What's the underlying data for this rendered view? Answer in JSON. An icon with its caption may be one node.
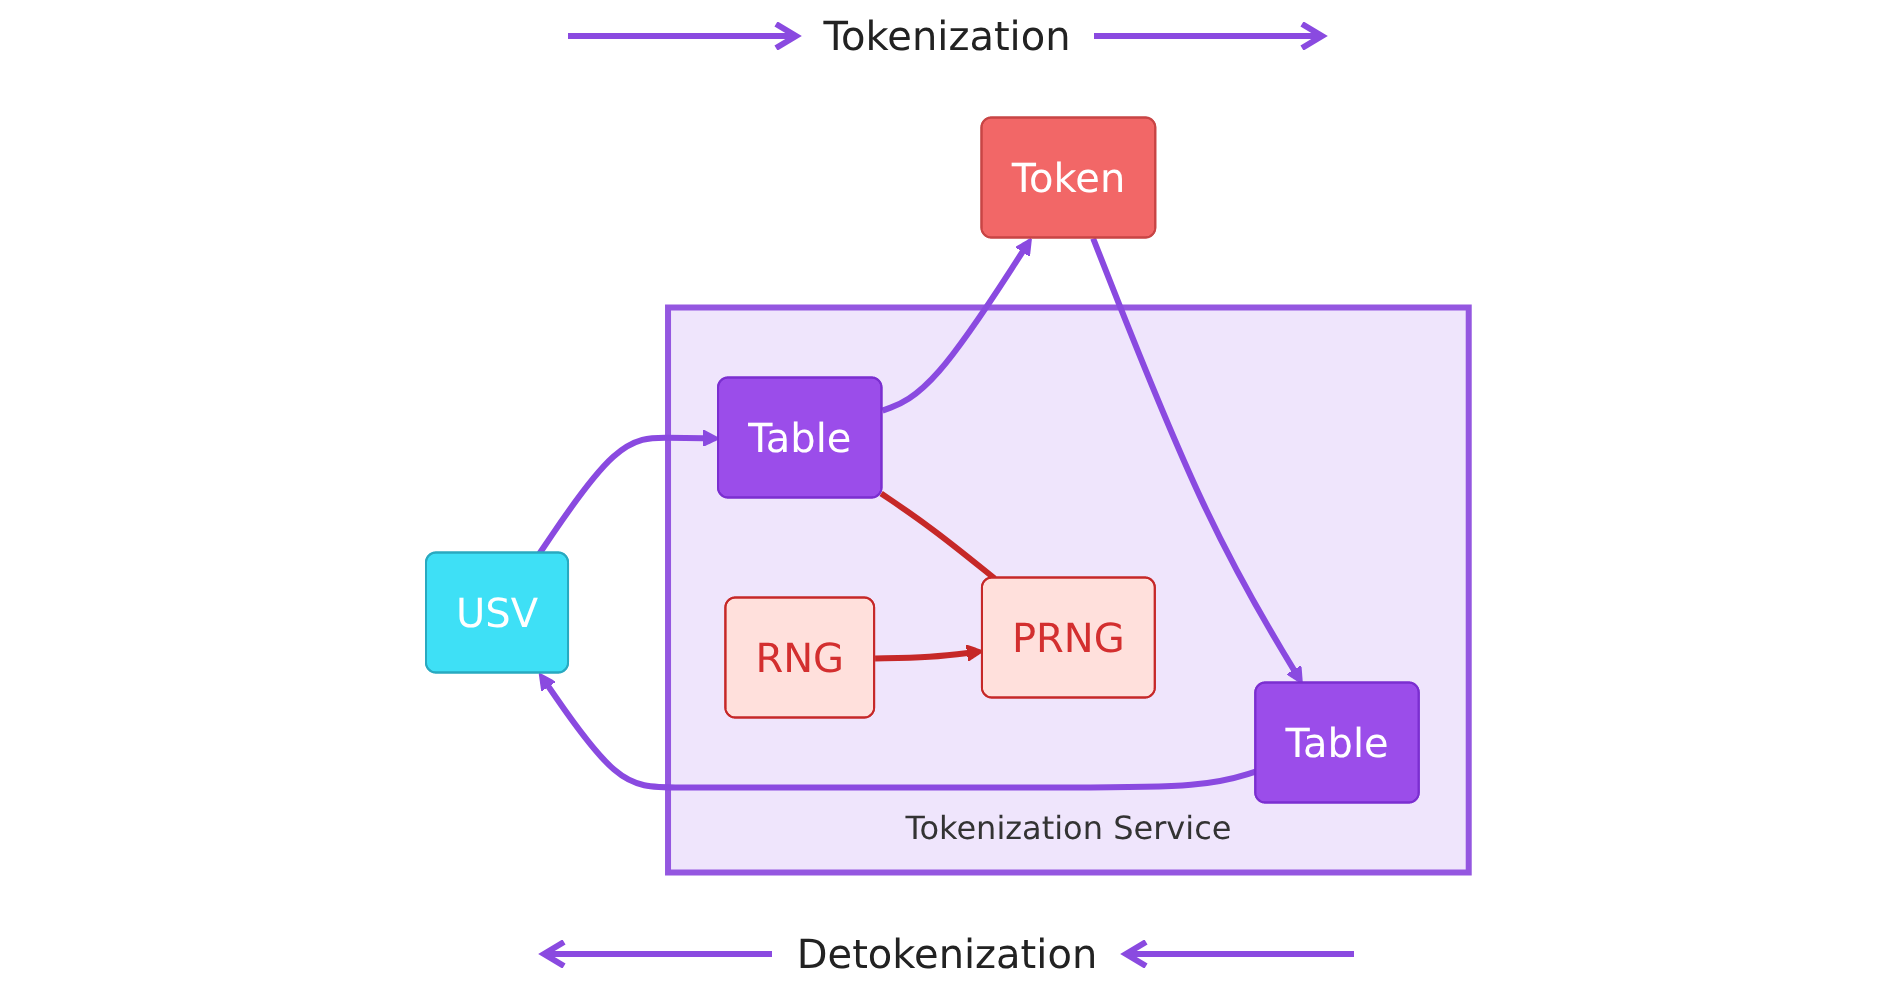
{
  "diagram": {
    "nodes": [
      {
        "text": [
          "Tokenization Service"
        ]
      },
      {
        "text": [
          "Table"
        ],
        "in": 0
      },
      {
        "text": [
          "RNG"
        ],
        "in": 0
      },
      {
        "text": [
          "PRNG"
        ],
        "in": 0
      },
      {
        "text": [
          "Table"
        ],
        "in": 0
      },
      {
        "text": [
          "USV"
        ]
      },
      {
        "text": [
          "Token"
        ]
      }
    ],
    "edges": [
      {
        "from": 5,
        "to": 1,
        "arrow": "to"
      },
      {
        "from": 1,
        "to": 6,
        "arrow": "to"
      },
      {
        "from": 2,
        "to": 3,
        "arrow": "to",
        "color": "#c62828"
      },
      {
        "from": 1,
        "to": 3,
        "arrow": "none",
        "color": "#c62828"
      },
      {
        "from": 6,
        "to": 4,
        "arrow": "to"
      },
      {
        "from": 4,
        "to": 5,
        "arrow": "to"
      }
    ],
    "labels": [
      "Tokenization",
      "Detokenization"
    ]
  }
}
